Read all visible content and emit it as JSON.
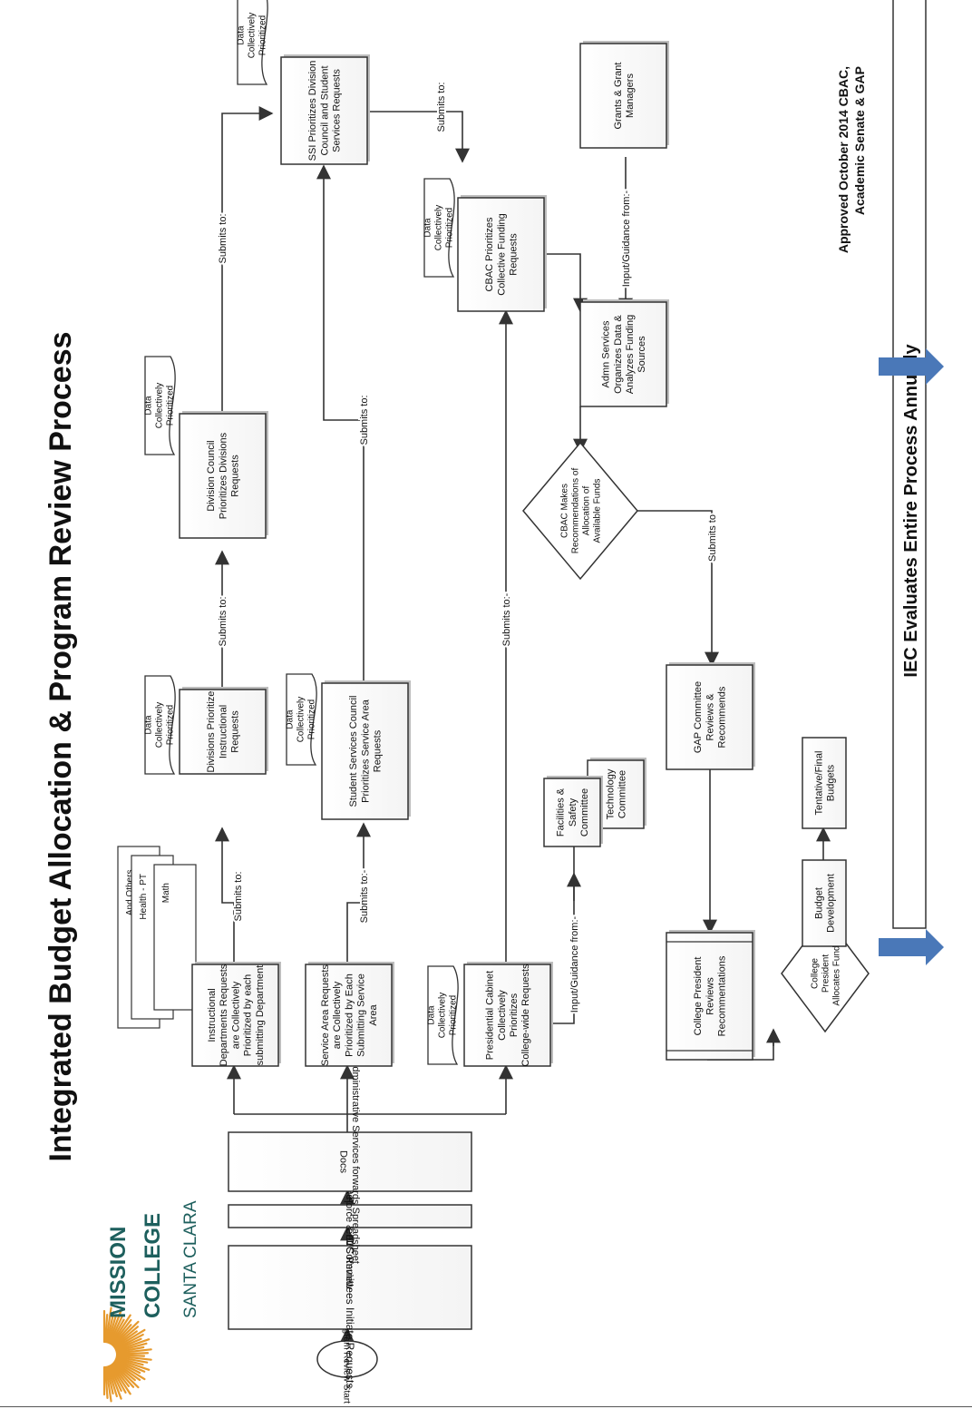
{
  "title": "Integrated Budget Allocation & Program Review Process",
  "logo": {
    "line1": "MISSION",
    "line2": "COLLEGE",
    "line3": "SANTA CLARA",
    "colors": {
      "sun": "#e69a2e",
      "text": "#1d5f5d"
    }
  },
  "approval": {
    "line1": "Approved October 2014 CBAC,",
    "line2": "Academic Senate & GAP"
  },
  "iec": {
    "label": "IEC Evaluates Entire Process Annually",
    "arrow_color": "#4a78b8"
  },
  "steps": {
    "start": "Program Review Start",
    "initiate": "Department/Committees Initiate Requests",
    "taskforce": "CBAC Task Force & ETS Review",
    "forwards": "Administrative Services forwards Spreadsheet Docs"
  },
  "nodes": {
    "instructional": "Instructional Departments Requests are Collectively Prioritized by each submitting Department",
    "stacked": [
      "And Others..",
      "Health - PT",
      "Math"
    ],
    "service_area": "Service Area Requests are Collectively Prioritized by Each Submitting Service Area",
    "cabinet": "Presidential Cabinet Collectively Prioritizes College-wide Requests",
    "divisions": "Divisions Prioritize Instructional Requests",
    "ss_council": "Student Services Council Prioritizes Service Area Requests",
    "div_council": "Division Council Prioritizes Divisions Requests",
    "ssi": "SSI Prioritizes Division Council and Student Services Requests",
    "cbac_funding": "CBAC Prioritizes Collective Funding Requests",
    "grants": "Grants & Grant Managers",
    "admin_services": "Admn Services Organizes Data & Analyzes Funding Sources",
    "cbac_recommend": "CBAC Makes Recommendations of Allocation of Available Funds",
    "facilities": "Facilities & Safety Committee",
    "technology": "Technology Committee",
    "gap": "GAP Committee Reviews & Recommends",
    "president_reviews": "College President Reviews Recommentations",
    "president_allocates": "College President Allocates Funds",
    "budget_dev": "Budget Development",
    "tentative": "Tentative/Final Budgets"
  },
  "data_doc_label": "Data Collectively Prioritized",
  "edge_labels": {
    "submits_to_colon": "Submits to:",
    "submits_to_dash": "Submits to:-",
    "submits_to": "Submits to",
    "input_guidance": "Input/Guidance from:-"
  }
}
